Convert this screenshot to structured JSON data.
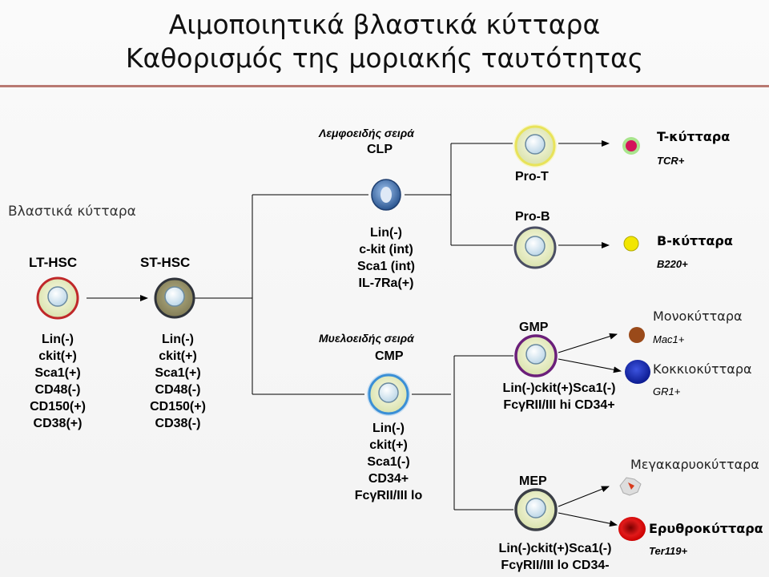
{
  "title": {
    "line1": "Αιμοποιητικά βλαστικά κύτταρα",
    "line2": "Καθορισμός της μοριακής ταυτότητας"
  },
  "section_label": "Βλαστικά κύτταρα",
  "cells": {
    "lt_hsc": {
      "name": "LT-HSC",
      "markers": [
        "Lin(-)",
        "ckit(+)",
        "Sca1(+)",
        "CD48(-)",
        "CD150(+)",
        "CD38(+)"
      ]
    },
    "st_hsc": {
      "name": "ST-HSC",
      "markers": [
        "Lin(-)",
        "ckit(+)",
        "Sca1(+)",
        "CD48(-)",
        "CD150(+)",
        "CD38(-)"
      ]
    },
    "clp": {
      "lineage": "Λεμφοειδής σειρά",
      "name": "CLP",
      "markers": [
        "Lin(-)",
        "c-kit (int)",
        "Sca1 (int)",
        "IL-7Ra(+)"
      ]
    },
    "cmp": {
      "lineage": "Μυελοειδής σειρά",
      "name": "CMP",
      "markers": [
        "Lin(-)",
        "ckit(+)",
        "Sca1(-)",
        "CD34+",
        "FcγRII/III lo"
      ]
    },
    "pro_t": {
      "name": "Pro-T"
    },
    "pro_b": {
      "name": "Pro-B"
    },
    "gmp": {
      "name": "GMP",
      "markers": [
        "Lin(-)ckit(+)Sca1(-)",
        "FcγRII/III hi CD34+"
      ]
    },
    "mep": {
      "name": "MEP",
      "markers": [
        "Lin(-)ckit(+)Sca1(-)",
        "FcγRII/III lo CD34-"
      ]
    }
  },
  "mature": {
    "t_cells": {
      "name": "T-κύτταρα",
      "marker": "TCR+"
    },
    "b_cells": {
      "name": "B-κύτταρα",
      "marker": "B220+"
    },
    "monocytes": {
      "name": "Μονοκύτταρα",
      "marker": "Mac1+"
    },
    "granulocytes": {
      "name": "Κοκκιοκύτταρα",
      "marker": "GR1+"
    },
    "megakaryocytes": {
      "name": "Μεγακαρυοκύτταρα"
    },
    "erythrocytes": {
      "name": "Ερυθροκύτταρα",
      "marker": "Ter119+"
    }
  },
  "colors": {
    "lt_hsc_ring": "#c0282a",
    "st_hsc_ring": "#3b3f46",
    "clp_body": "#2f5f9e",
    "cmp_ring": "#3a8fd6",
    "pro_t_ring": "#e8e35a",
    "pro_b_ring": "#4a4e63",
    "gmp_ring": "#6b1f7a",
    "mep_ring": "#3b3f46",
    "t_cell": "#d4145a",
    "b_cell": "#f2e600",
    "monocyte": "#9a4a1a",
    "granulocyte": "#1a2fb8",
    "erythrocyte": "#d81010",
    "title_rule": "#b97a72"
  }
}
